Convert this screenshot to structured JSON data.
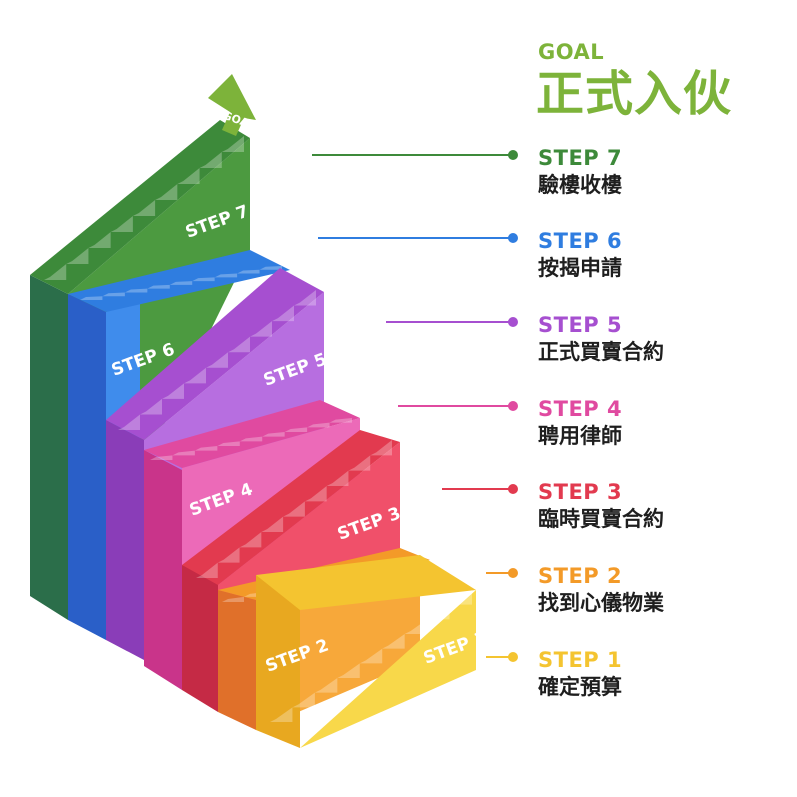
{
  "goal": {
    "label": "GOAL",
    "title": "正式入伙",
    "arrow_label": "GOAL",
    "color": "#7db33a"
  },
  "steps": [
    {
      "label": "STEP 1",
      "desc": "確定預算",
      "color": "#f4c430",
      "face": "#f8d84a",
      "side": "#e8a820"
    },
    {
      "label": "STEP 2",
      "desc": "找到心儀物業",
      "color": "#f39a28",
      "face": "#f7a83a",
      "side": "#e0702a"
    },
    {
      "label": "STEP 3",
      "desc": "臨時買賣合約",
      "color": "#e23a4f",
      "face": "#f0506a",
      "side": "#c52a45"
    },
    {
      "label": "STEP 4",
      "desc": "聘用律師",
      "color": "#e04aa0",
      "face": "#ec6ab8",
      "side": "#c9348a"
    },
    {
      "label": "STEP 5",
      "desc": "正式買賣合約",
      "color": "#a64fd0",
      "face": "#b76ee0",
      "side": "#8a3db8"
    },
    {
      "label": "STEP 6",
      "desc": "按揭申請",
      "color": "#2f7de0",
      "face": "#3f8cec",
      "side": "#2a5fc8"
    },
    {
      "label": "STEP 7",
      "desc": "驗樓收樓",
      "color": "#3d8a3a",
      "face": "#4c9a40",
      "side": "#2b6e4a"
    }
  ]
}
